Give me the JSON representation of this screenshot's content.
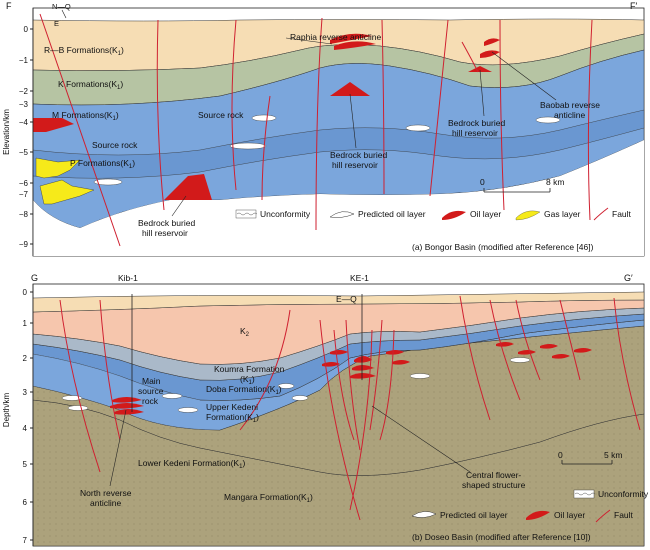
{
  "top": {
    "corner_left": "F",
    "corner_right": "F′",
    "axis_label": "Elevation/km",
    "ticks": [
      "0",
      "−1",
      "−3",
      "−5",
      "−7",
      "−9"
    ],
    "ticks_minor": [
      "−2",
      "−4",
      "−6",
      "−8"
    ],
    "labels": {
      "nq": "N—Q",
      "e": "E",
      "rb": "R—B Formations(K",
      "rb_sub": "1",
      "k": "K Formations(K",
      "k_sub": "1",
      "m": "M Formations(K",
      "m_sub": "1",
      "p": "P Formations(K",
      "p_sub": "1",
      "source1": "Source rock",
      "source2": "Source rock",
      "raphia": "Raphia reverse anticline",
      "baobab1": "Baobab reverse",
      "baobab2": "anticline",
      "bb_mid1": "Bedrock buried",
      "bb_mid2": "hill reservoir",
      "bb_right1": "Bedrock buried",
      "bb_right2": "hill reservoir",
      "bb_left1": "Bedrock buried",
      "bb_left2": "hill reservoir"
    },
    "scale": {
      "start": "0",
      "end": "8 km"
    },
    "legend": {
      "unconformity": "Unconformity",
      "predicted_oil": "Predicted oil layer",
      "oil": "Oil layer",
      "gas": "Gas layer",
      "fault": "Fault"
    },
    "caption": "(a) Bongor Basin (modified after Reference [46])"
  },
  "bottom": {
    "corner_left": "G",
    "corner_right": "G′",
    "axis_label": "Depth/km",
    "ticks": [
      "0",
      "1",
      "2",
      "3",
      "4",
      "5",
      "6",
      "7"
    ],
    "wells": {
      "kib": "Kib-1",
      "ke": "KE-1"
    },
    "labels": {
      "eq": "E—Q",
      "k2": "K",
      "k2_sub": "2",
      "koumra": "Koumra Formation",
      "koumra_sub": "(K",
      "koumra_sub2": "1",
      "koumra_sub3": ")",
      "doba": "Doba Formation(K",
      "doba_sub": "1",
      "upper1": "Upper Kedeni",
      "upper2": "Formation(K",
      "upper2_sub": "1",
      "main1": "Main",
      "main2": "source",
      "main3": "rock",
      "lower": "Lower Kedeni Formation(K",
      "lower_sub": "1",
      "mangara": "Mangara Formation(K",
      "mangara_sub": "1",
      "north1": "North reverse",
      "north2": "anticline",
      "central1": "Central flower-",
      "central2": "shaped structure"
    },
    "scale": {
      "start": "0",
      "end": "5 km"
    },
    "legend": {
      "unconformity": "Unconformity",
      "predicted_oil": "Predicted oil layer",
      "oil": "Oil layer",
      "fault": "Fault"
    },
    "caption": "(b) Doseo Basin (modified after Reference [10])"
  },
  "colors": {
    "tan_top": "#f6ddb4",
    "sage": "#b6c4a3",
    "blue": "#7ba6dc",
    "blue_dark": "#6a97d1",
    "grey_blue": "#aab9c9",
    "pink": "#f6c6ad",
    "khaki": "#aca27c",
    "oil": "#d21a1a",
    "gas": "#f6ea1a",
    "fault": "#cf2030"
  }
}
